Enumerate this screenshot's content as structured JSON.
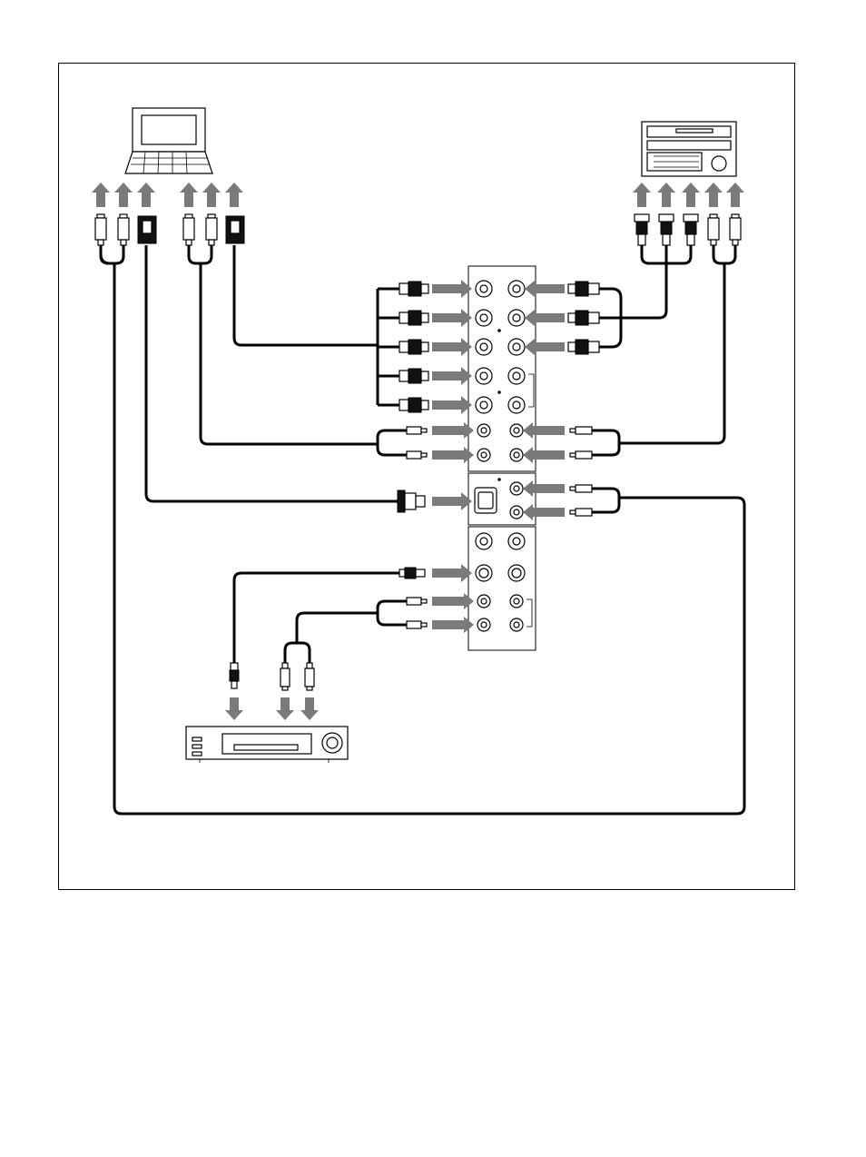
{
  "diagram": {
    "devices": [
      "computer",
      "video-tape-recorder",
      "vcr",
      "input-adaptor-panel"
    ],
    "colors": {
      "arrow": "#7a7a7a",
      "cable": "#000000",
      "frame": "#000000"
    }
  }
}
